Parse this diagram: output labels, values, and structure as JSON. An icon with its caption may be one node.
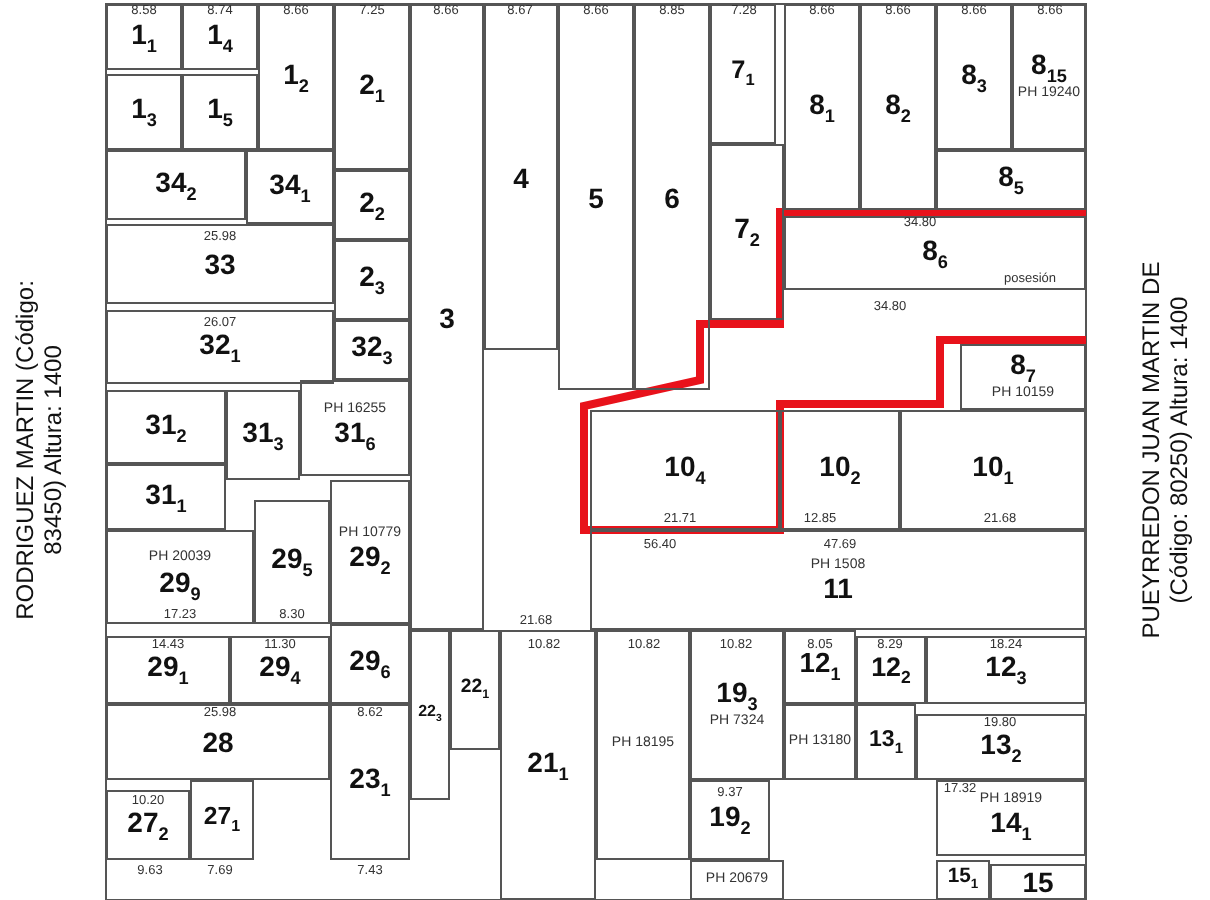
{
  "diagram": {
    "nodes": [
      {
        "text": [
          "1$_{1}$"
        ]
      },
      {
        "text": [
          "1$_{4}$"
        ]
      },
      {
        "text": [
          "1$_{2}$"
        ]
      },
      {
        "text": [
          "2$_{1}$"
        ]
      },
      {
        "text": [
          "3"
        ]
      },
      {
        "text": [
          "4"
        ]
      },
      {
        "text": [
          "5"
        ]
      },
      {
        "text": [
          "6"
        ]
      },
      {
        "text": [
          "7$_{1}$"
        ]
      },
      {
        "text": [
          "7$_{2}$"
        ]
      },
      {
        "text": [
          "8$_{1}$"
        ]
      },
      {
        "text": [
          "8$_{2}$"
        ]
      },
      {
        "text": [
          "8$_{3}$"
        ]
      },
      {
        "text": [
          "8$_{15}$",
          "PH 19240"
        ]
      },
      {
        "text": [
          "8$_{5}$"
        ]
      },
      {
        "text": [
          "1$_{3}$"
        ]
      },
      {
        "text": [
          "1$_{5}$"
        ]
      },
      {
        "text": [
          "34$_{2}$"
        ]
      },
      {
        "text": [
          "34$_{1}$"
        ]
      },
      {
        "text": [
          "2$_{2}$"
        ]
      },
      {
        "text": [
          "8$_{6}$"
        ]
      },
      {
        "text": [
          "33"
        ]
      },
      {
        "text": [
          "2$_{3}$"
        ]
      },
      {
        "text": [
          "8$_{7}$",
          "PH 10159"
        ]
      },
      {
        "text": [
          "32$_{1}$"
        ]
      },
      {
        "text": [
          "32$_{3}$"
        ]
      },
      {
        "text": [
          "31$_{2}$"
        ]
      },
      {
        "text": [
          "31$_{3}$"
        ]
      },
      {
        "text": [
          "PH 16255",
          "31$_{6}$"
        ]
      },
      {
        "text": [
          "10$_{4}$"
        ]
      },
      {
        "text": [
          "10$_{2}$"
        ]
      },
      {
        "text": [
          "10$_{1}$"
        ]
      },
      {
        "text": [
          "31$_{1}$"
        ]
      },
      {
        "text": [
          "PH 10779",
          "29$_{2}$"
        ]
      },
      {
        "text": [
          "29$_{5}$"
        ]
      },
      {
        "text": [
          "PH 20039",
          "29$_{9}$"
        ]
      },
      {
        "text": [
          "PH 1508",
          "11"
        ]
      },
      {
        "text": [
          "29$_{1}$"
        ]
      },
      {
        "text": [
          "29$_{4}$"
        ]
      },
      {
        "text": [
          "29$_{6}$"
        ]
      },
      {
        "text": [
          "22$_{3}$"
        ]
      },
      {
        "text": [
          "22$_{1}$"
        ]
      },
      {
        "text": [
          "21$_{1}$"
        ]
      },
      {
        "text": [
          "PH 18195"
        ]
      },
      {
        "text": [
          "19$_{3}$",
          "PH 7324"
        ]
      },
      {
        "text": [
          "12$_{1}$"
        ]
      },
      {
        "text": [
          "12$_{2}$"
        ]
      },
      {
        "text": [
          "12$_{3}$"
        ]
      },
      {
        "text": [
          "28"
        ]
      },
      {
        "text": [
          "23$_{1}$"
        ]
      },
      {
        "text": [
          "PH 13180"
        ]
      },
      {
        "text": [
          "13$_{1}$"
        ]
      },
      {
        "text": [
          "13$_{2}$"
        ]
      },
      {
        "text": [
          "19$_{2}$"
        ]
      },
      {
        "text": [
          "PH 18919",
          "14$_{1}$"
        ]
      },
      {
        "text": [
          "27$_{2}$"
        ]
      },
      {
        "text": [
          "27$_{1}$"
        ]
      },
      {
        "text": [
          "PH 20679"
        ]
      },
      {
        "text": [
          "15$_{1}$"
        ]
      },
      {
        "text": [
          "15"
        ]
      }
    ],
    "labels": [
      "8.58",
      "8.74",
      "8.66",
      "7.25",
      "8.66",
      "8.67",
      "8.66",
      "8.85",
      "7.28",
      "8.66",
      "8.66",
      "8.66",
      "8.66",
      "25.98",
      "34.80",
      "posesión",
      "34.80",
      "26.07",
      "21.71",
      "12.85",
      "21.68",
      "56.40",
      "47.69",
      "17.23",
      "8.30",
      "21.68",
      "14.43",
      "11.30",
      "10.82",
      "10.82",
      "10.82",
      "8.05",
      "8.29",
      "18.24",
      "25.98",
      "8.62",
      "19.80",
      "9.37",
      "17.32",
      "10.20",
      "9.63",
      "7.69",
      "7.43",
      "RODRIGUEZ MARTIN (Código: 83450) Altura: 1400",
      "PUEYRREDON JUAN MARTIN DE (Código: 80250) Altura: 1400"
    ]
  }
}
